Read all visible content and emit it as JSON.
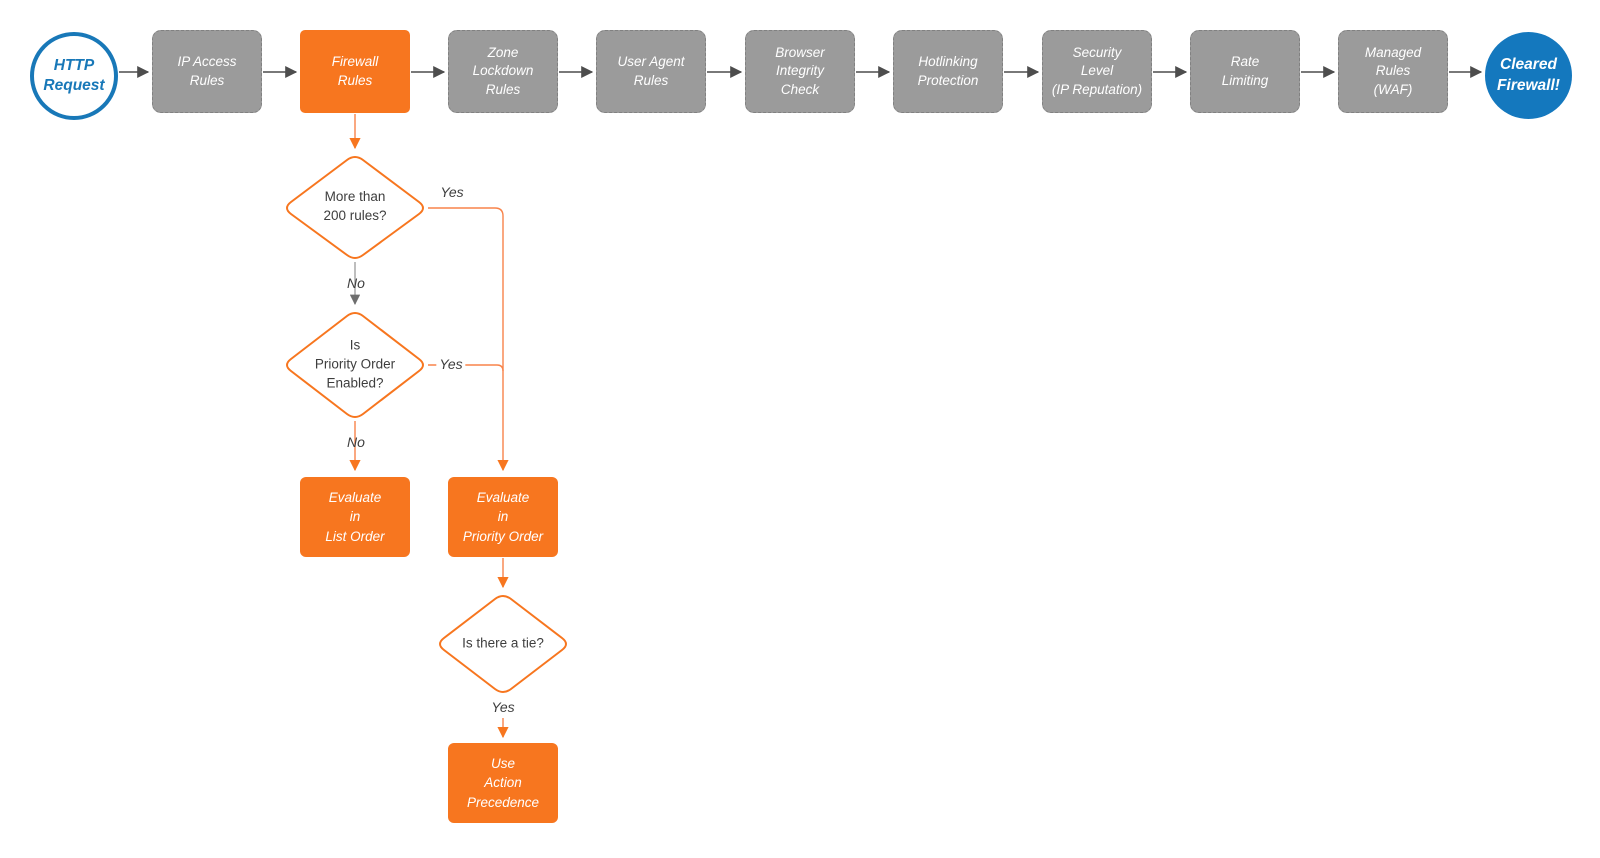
{
  "colors": {
    "accent_orange": "#F7761F",
    "accent_blue": "#1478BE",
    "stage_gray": "#9B9B9B",
    "arrow_dark": "#4D4D4D",
    "text_dark": "#3E3E3E",
    "node_text": "#FFFFFF"
  },
  "flow": {
    "start": {
      "label": "HTTP\nRequest"
    },
    "stages": [
      {
        "label": "IP Access\nRules"
      },
      {
        "label": "Firewall\nRules",
        "highlight": true
      },
      {
        "label": "Zone\nLockdown\nRules"
      },
      {
        "label": "User Agent\nRules"
      },
      {
        "label": "Browser\nIntegrity\nCheck"
      },
      {
        "label": "Hotlinking\nProtection"
      },
      {
        "label": "Security\nLevel\n(IP Reputation)"
      },
      {
        "label": "Rate\nLimiting"
      },
      {
        "label": "Managed\nRules\n(WAF)"
      }
    ],
    "end": {
      "label": "Cleared\nFirewall!"
    }
  },
  "decisions": [
    {
      "label": "More than\n200 rules?"
    },
    {
      "label": "Is\nPriority Order\nEnabled?"
    },
    {
      "label": "Is there a tie?"
    }
  ],
  "actions": [
    {
      "label": "Evaluate\nin\nList Order"
    },
    {
      "label": "Evaluate\nin\nPriority Order"
    },
    {
      "label": "Use\nAction\nPrecedence"
    }
  ],
  "edge_labels": {
    "yes1": "Yes",
    "no1": "No",
    "yes2": "Yes",
    "no2": "No",
    "yes3": "Yes"
  }
}
